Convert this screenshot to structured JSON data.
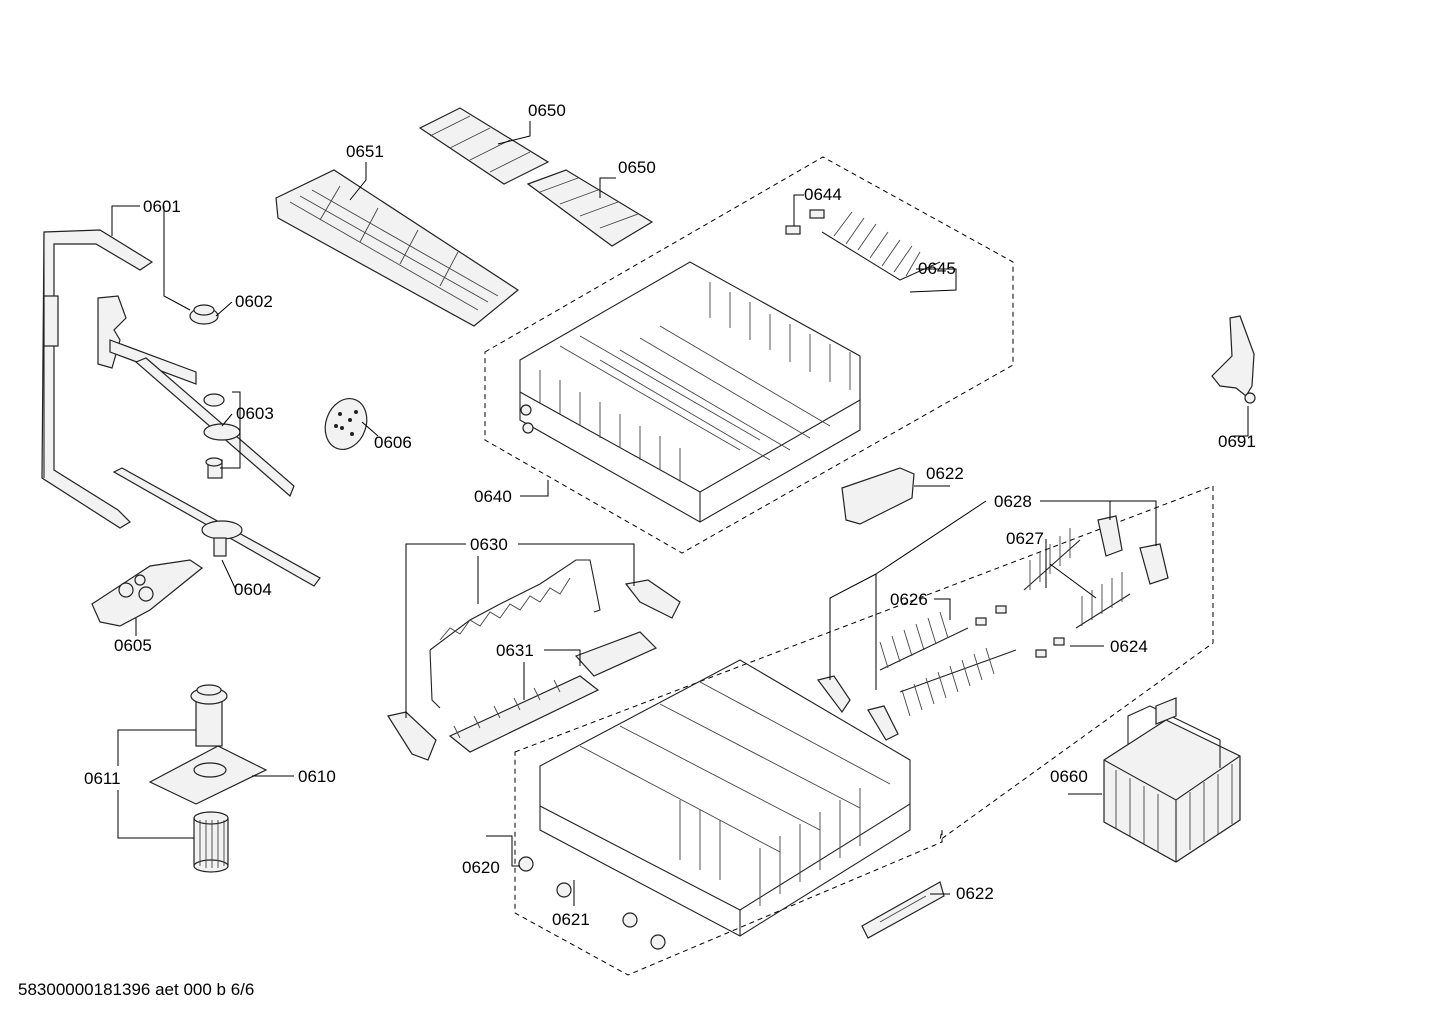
{
  "labels": {
    "l0650a": "0650",
    "l0650b": "0650",
    "l0651": "0651",
    "l0644": "0644",
    "l0645": "0645",
    "l0601": "0601",
    "l0602": "0602",
    "l0603": "0603",
    "l0606": "0606",
    "l0604": "0604",
    "l0605": "0605",
    "l0640": "0640",
    "l0691": "0691",
    "l0622a": "0622",
    "l0628": "0628",
    "l0627": "0627",
    "l0630": "0630",
    "l0626": "0626",
    "l0624": "0624",
    "l0631": "0631",
    "l0611": "0611",
    "l0610": "0610",
    "l0660": "0660",
    "l0620": "0620",
    "l0621": "0621",
    "l0622b": "0622"
  },
  "footer": "58300000181396 aet 000 b 6/6"
}
